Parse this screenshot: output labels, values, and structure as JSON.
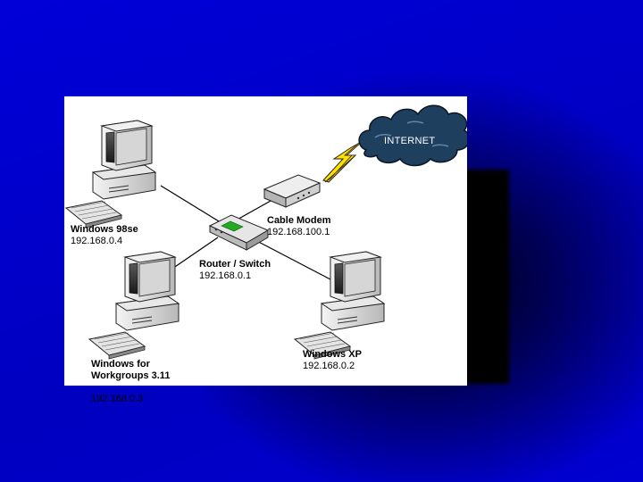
{
  "colors": {
    "background": "#0000c8",
    "cloud": "#1f3f5f",
    "lightning": "#ffe000",
    "router_led": "#22aa22"
  },
  "internet": {
    "label": "INTERNET",
    "icon": "cloud-icon"
  },
  "cable_modem": {
    "name": "Cable Modem",
    "ip": "192.168.100.1",
    "icon": "modem-icon"
  },
  "router": {
    "name": "Router / Switch",
    "ip": "192.168.0.1",
    "icon": "router-icon"
  },
  "computers": [
    {
      "name": "Windows 98se",
      "ip": "192.168.0.4",
      "icon": "computer-icon"
    },
    {
      "name": "Windows for\nWorkgroups 3.11",
      "ip": "192.168.0.3",
      "icon": "computer-icon"
    },
    {
      "name": "Windows XP",
      "ip": "192.168.0.2",
      "icon": "computer-icon"
    }
  ]
}
